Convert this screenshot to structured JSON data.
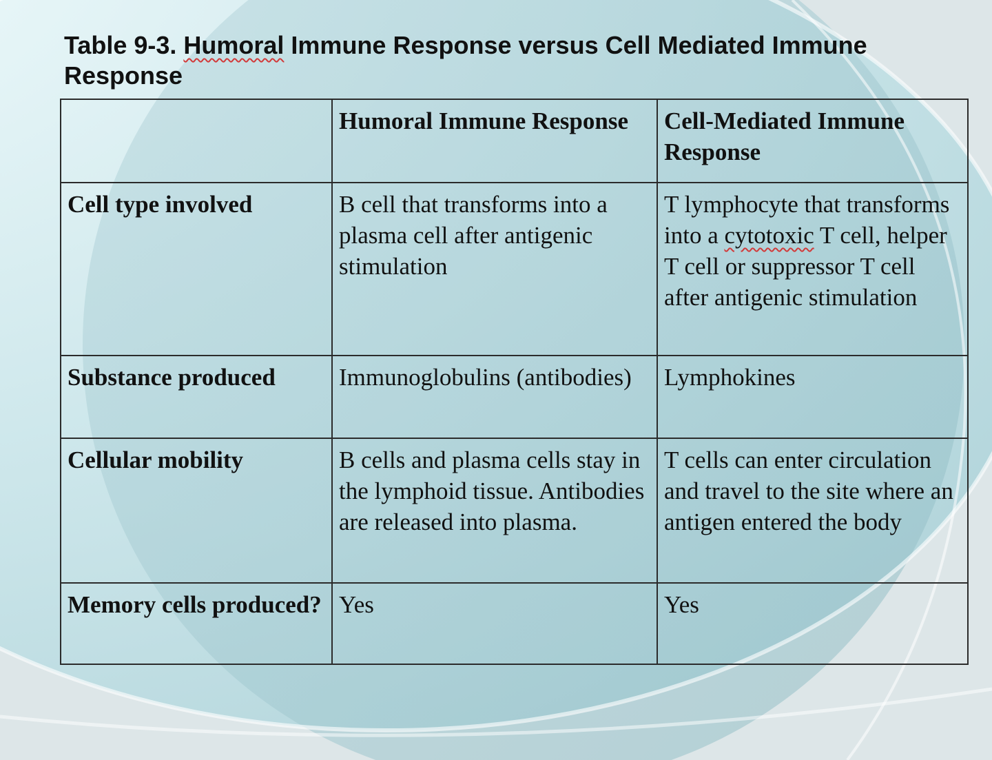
{
  "slide": {
    "title_prefix": "Table 9-3. ",
    "title_underlined": "Humoral",
    "title_suffix": " Immune Response versus Cell Mediated Immune Response"
  },
  "table": {
    "headers": [
      "",
      "Humoral Immune Response",
      "Cell-Mediated Immune Response"
    ],
    "rows": [
      {
        "label": "Cell type involved",
        "humoral": "B cell that transforms into a plasma cell after antigenic stimulation",
        "cell_mediated_before": "T lymphocyte that transforms into a ",
        "cell_mediated_underlined": "cytotoxic",
        "cell_mediated_after": " T cell, helper T cell or suppressor T cell after antigenic stimulation"
      },
      {
        "label": "Substance produced",
        "humoral": "Immunoglobulins (antibodies)",
        "cell_mediated": "Lymphokines"
      },
      {
        "label": "Cellular mobility",
        "humoral": "B cells and plasma cells stay in the lymphoid tissue. Antibodies are released into plasma.",
        "cell_mediated": "T cells can enter circulation and travel to the site where an antigen entered the body"
      },
      {
        "label": "Memory cells produced?",
        "humoral": "Yes",
        "cell_mediated": "Yes"
      }
    ]
  },
  "colors": {
    "background_light": "#e9f7f8",
    "background_teal": "#a9cdd3",
    "border": "#2b2b2b",
    "spellcheck_underline": "#d23a3a"
  }
}
